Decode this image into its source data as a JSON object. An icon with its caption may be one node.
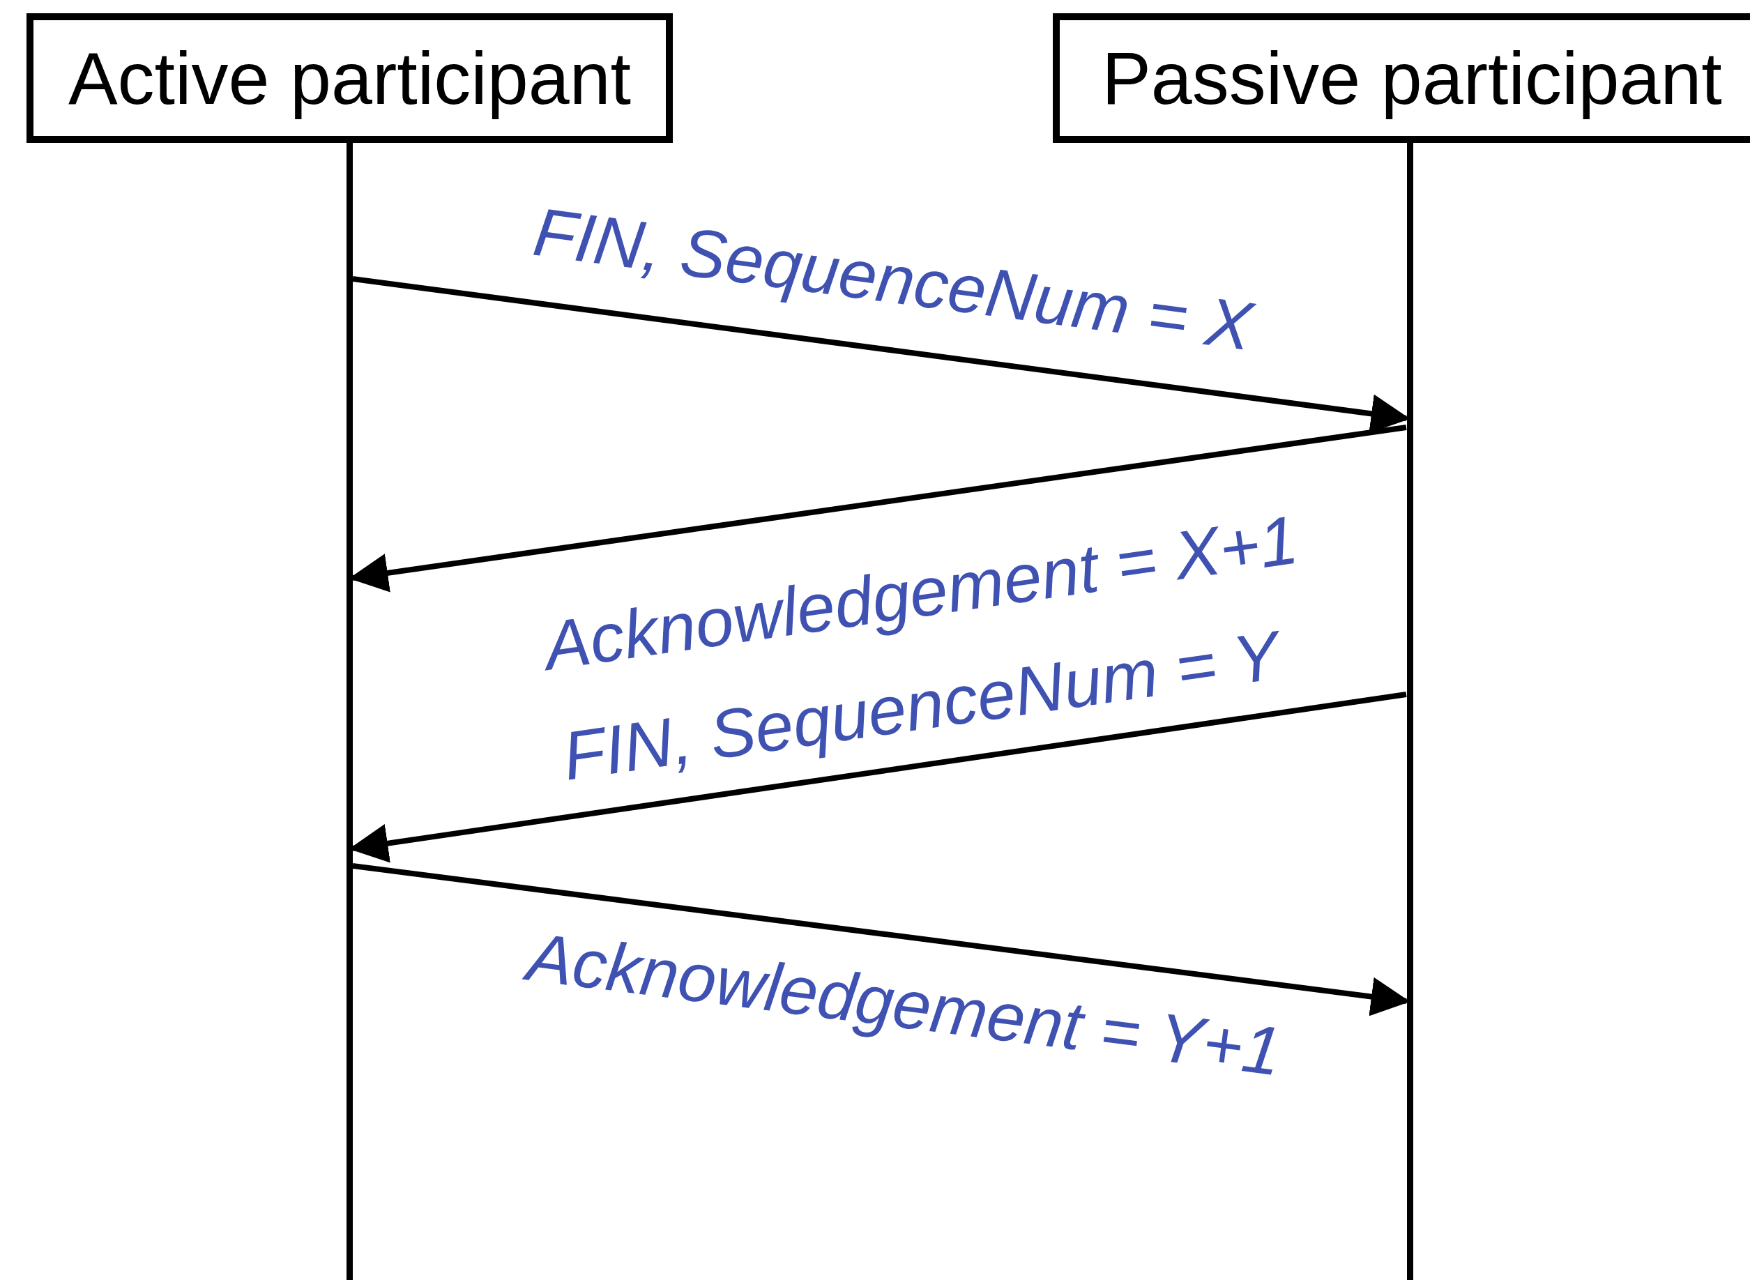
{
  "diagram": {
    "nodes": [
      {
        "text": [
          "Active participant"
        ]
      },
      {
        "text": [
          "Passive participant"
        ]
      }
    ],
    "edges": [
      {
        "from": 0,
        "to": 1,
        "arrow": "to",
        "label": "FIN, SequenceNum = X"
      },
      {
        "from": 1,
        "to": 0,
        "arrow": "to",
        "label": "Acknowledgement = X+1"
      },
      {
        "from": 1,
        "to": 0,
        "arrow": "to",
        "label": "FIN, SequenceNum = Y"
      },
      {
        "from": 0,
        "to": 1,
        "arrow": "to",
        "label": "Acknowledgement = Y+1"
      }
    ]
  }
}
